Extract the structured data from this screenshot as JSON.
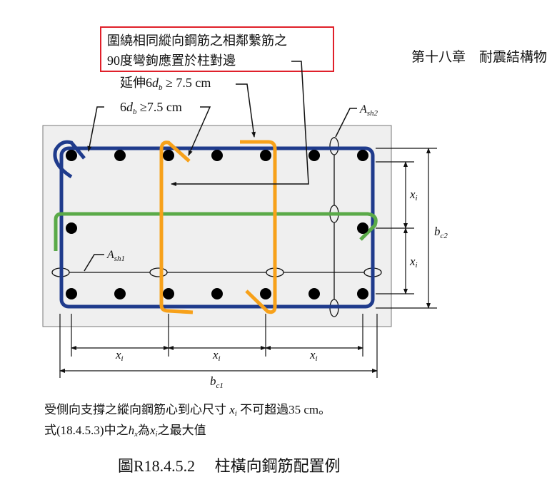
{
  "chapter_title": "第十八章　耐震結構物",
  "callout": {
    "line1": "圍繞相同縱向鋼筋之相鄰繫筋之",
    "line2": "90度彎鉤應置於柱對邊"
  },
  "labels": {
    "extend_prefix": "延伸6",
    "d": "d",
    "b": "b",
    "extend_suffix": " ≥ 7.5 cm",
    "hook_prefix": "6",
    "hook_suffix": " ≥7.5 cm",
    "A": "A",
    "sh1": "sh1",
    "sh2": "sh2",
    "x": "x",
    "i": "i",
    "bc1_b": "b",
    "bc1_sub": "c1",
    "bc2_sub": "c2"
  },
  "notes": {
    "line1_a": "受側向支撐之縱向鋼筋心到心尺寸 ",
    "line1_b": " 不可超過35  cm。",
    "line2_a": "式(18.4.5.3)中之",
    "h": "h",
    "hx_sub": "x",
    "line2_b": "為",
    "line2_c": "之最大值"
  },
  "caption": "圖R18.4.5.2　 柱橫向鋼筋配置例",
  "colors": {
    "hoop": "#1f3b8c",
    "tie_orange": "#f7a11a",
    "tie_green": "#5aaa48",
    "callout_border": "#e0202a",
    "concrete": "#efefef"
  }
}
